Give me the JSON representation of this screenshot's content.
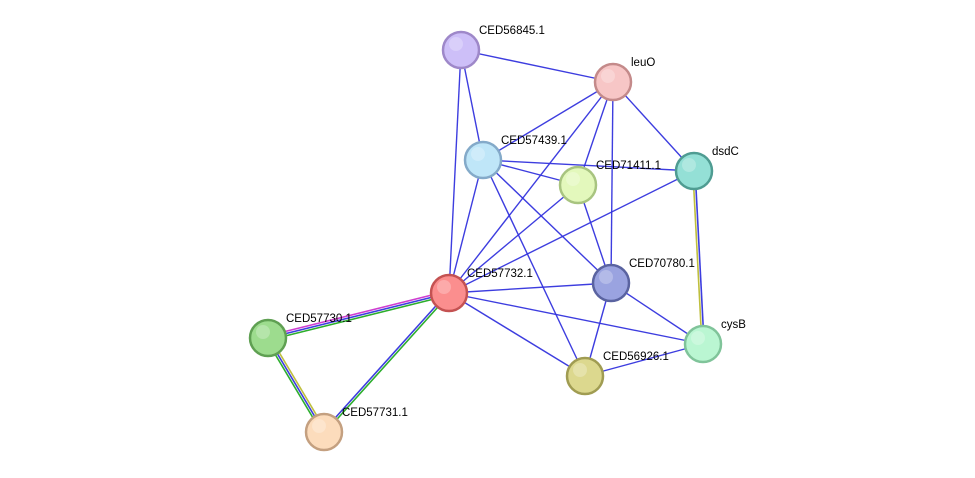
{
  "network": {
    "nodes": [
      {
        "id": "CED56845.1",
        "label": "CED56845.1",
        "fill": "#cdbff8",
        "stroke": "#9e88c9"
      },
      {
        "id": "leuO",
        "label": "leuO",
        "fill": "#f7c6c6",
        "stroke": "#c48a8a"
      },
      {
        "id": "CED57439.1",
        "label": "CED57439.1",
        "fill": "#bfe6f8",
        "stroke": "#84aac9"
      },
      {
        "id": "CED71411.1",
        "label": "CED71411.1",
        "fill": "#e3f8bc",
        "stroke": "#a8c480"
      },
      {
        "id": "dsdC",
        "label": "dsdC",
        "fill": "#94e0d6",
        "stroke": "#4f9c92"
      },
      {
        "id": "CED70780.1",
        "label": "CED70780.1",
        "fill": "#9aa3e0",
        "stroke": "#5a63a0"
      },
      {
        "id": "CED57732.1",
        "label": "CED57732.1",
        "fill": "#fb8e8e",
        "stroke": "#c45252"
      },
      {
        "id": "CED57730.1",
        "label": "CED57730.1",
        "fill": "#9ddc8e",
        "stroke": "#5fa052"
      },
      {
        "id": "cysB",
        "label": "cysB",
        "fill": "#baf6d2",
        "stroke": "#80c49a"
      },
      {
        "id": "CED56926.1",
        "label": "CED56926.1",
        "fill": "#dcd88e",
        "stroke": "#a09c52"
      },
      {
        "id": "CED57731.1",
        "label": "CED57731.1",
        "fill": "#fcdcbc",
        "stroke": "#c4a080"
      }
    ],
    "edges": [
      {
        "source": "CED56845.1",
        "target": "leuO",
        "colors": [
          "#3333dd"
        ]
      },
      {
        "source": "CED56845.1",
        "target": "CED57439.1",
        "colors": [
          "#3333dd"
        ]
      },
      {
        "source": "CED56845.1",
        "target": "CED57732.1",
        "colors": [
          "#3333dd"
        ]
      },
      {
        "source": "leuO",
        "target": "CED57439.1",
        "colors": [
          "#3333dd"
        ]
      },
      {
        "source": "leuO",
        "target": "CED71411.1",
        "colors": [
          "#3333dd"
        ]
      },
      {
        "source": "leuO",
        "target": "dsdC",
        "colors": [
          "#3333dd"
        ]
      },
      {
        "source": "leuO",
        "target": "CED70780.1",
        "colors": [
          "#3333dd"
        ]
      },
      {
        "source": "leuO",
        "target": "CED57732.1",
        "colors": [
          "#3333dd"
        ]
      },
      {
        "source": "CED57439.1",
        "target": "CED71411.1",
        "colors": [
          "#3333dd"
        ]
      },
      {
        "source": "CED57439.1",
        "target": "dsdC",
        "colors": [
          "#3333dd"
        ]
      },
      {
        "source": "CED57439.1",
        "target": "CED70780.1",
        "colors": [
          "#3333dd"
        ]
      },
      {
        "source": "CED57439.1",
        "target": "CED57732.1",
        "colors": [
          "#3333dd"
        ]
      },
      {
        "source": "CED57439.1",
        "target": "CED56926.1",
        "colors": [
          "#3333dd"
        ]
      },
      {
        "source": "CED71411.1",
        "target": "CED70780.1",
        "colors": [
          "#3333dd"
        ]
      },
      {
        "source": "CED71411.1",
        "target": "CED57732.1",
        "colors": [
          "#3333dd"
        ]
      },
      {
        "source": "dsdC",
        "target": "CED57732.1",
        "colors": [
          "#3333dd"
        ]
      },
      {
        "source": "dsdC",
        "target": "cysB",
        "colors": [
          "#3333dd",
          "#bcbc33"
        ]
      },
      {
        "source": "CED70780.1",
        "target": "CED57732.1",
        "colors": [
          "#3333dd"
        ]
      },
      {
        "source": "CED70780.1",
        "target": "cysB",
        "colors": [
          "#3333dd"
        ]
      },
      {
        "source": "CED70780.1",
        "target": "CED56926.1",
        "colors": [
          "#3333dd"
        ]
      },
      {
        "source": "CED57732.1",
        "target": "cysB",
        "colors": [
          "#3333dd"
        ]
      },
      {
        "source": "CED57732.1",
        "target": "CED56926.1",
        "colors": [
          "#3333dd"
        ]
      },
      {
        "source": "CED57732.1",
        "target": "CED57730.1",
        "colors": [
          "#22aa22",
          "#3333dd",
          "#cc33cc"
        ]
      },
      {
        "source": "CED57732.1",
        "target": "CED57731.1",
        "colors": [
          "#22aa22",
          "#3333dd"
        ]
      },
      {
        "source": "CED57730.1",
        "target": "CED57731.1",
        "colors": [
          "#bcbc33",
          "#3333dd",
          "#22aa22"
        ]
      },
      {
        "source": "cysB",
        "target": "CED56926.1",
        "colors": [
          "#3333dd"
        ]
      }
    ]
  }
}
